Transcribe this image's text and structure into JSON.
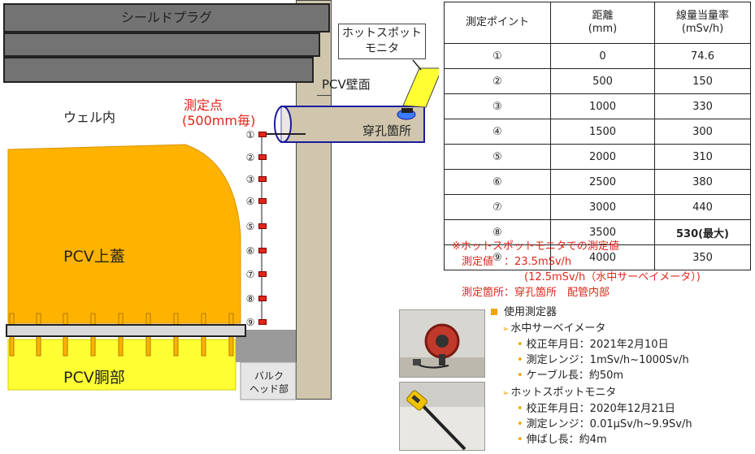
{
  "diagram": {
    "shield_plug": "シールドプラグ",
    "hotspot_monitor": [
      "ホットスポット",
      "モニタ"
    ],
    "pcv_wall": "PCV壁面",
    "well_inside": "ウェル内",
    "measure_point": [
      "測定点",
      "(500mm毎)"
    ],
    "drill_hole": "穿孔箇所",
    "pcv_top_lid": "PCV上蓋",
    "pcv_body": "PCV胴部",
    "bulkhead": [
      "バルク",
      "ヘッド部"
    ],
    "point_labels": [
      "①",
      "②",
      "③",
      "④",
      "⑤",
      "⑥",
      "⑦",
      "⑧",
      "⑨"
    ],
    "colors": {
      "lid": "#ffb300",
      "body": "#ffff33",
      "wall": "#cfc6ad",
      "plug": "#737373",
      "points": "#e0261b",
      "hole": "#1a1a9e"
    }
  },
  "table": {
    "headers": [
      "測定ポイント",
      "距離\n(mm)",
      "線量当量率\n(mSv/h)"
    ],
    "rows": [
      [
        "①",
        "0",
        "74.6"
      ],
      [
        "②",
        "500",
        "150"
      ],
      [
        "③",
        "1000",
        "330"
      ],
      [
        "④",
        "1500",
        "300"
      ],
      [
        "⑤",
        "2000",
        "310"
      ],
      [
        "⑥",
        "2500",
        "380"
      ],
      [
        "⑦",
        "3000",
        "440"
      ],
      [
        "⑧",
        "3500",
        "530(最大)"
      ],
      [
        "⑨",
        "4000",
        "350"
      ]
    ]
  },
  "notes": {
    "title": "※ホットスポットモニタでの測定値",
    "value": "測定値　：23.5mSv/h",
    "value2": "(12.5mSv/h（水中サーベイメータ）)",
    "location": "測定箇所：穿孔箇所　配管内部"
  },
  "instruments": {
    "heading": "使用測定器",
    "survey_meter": {
      "name": "水中サーベイメータ",
      "items": [
        "校正年月日：2021年2月10日",
        "測定レンジ：1mSv/h~1000Sv/h",
        "ケーブル長：約50m"
      ]
    },
    "hotspot": {
      "name": "ホットスポットモニタ",
      "items": [
        "校正年月日：2020年12月21日",
        "測定レンジ：0.01μSv/h~9.9Sv/h",
        "伸ばし長：約4m"
      ]
    }
  }
}
